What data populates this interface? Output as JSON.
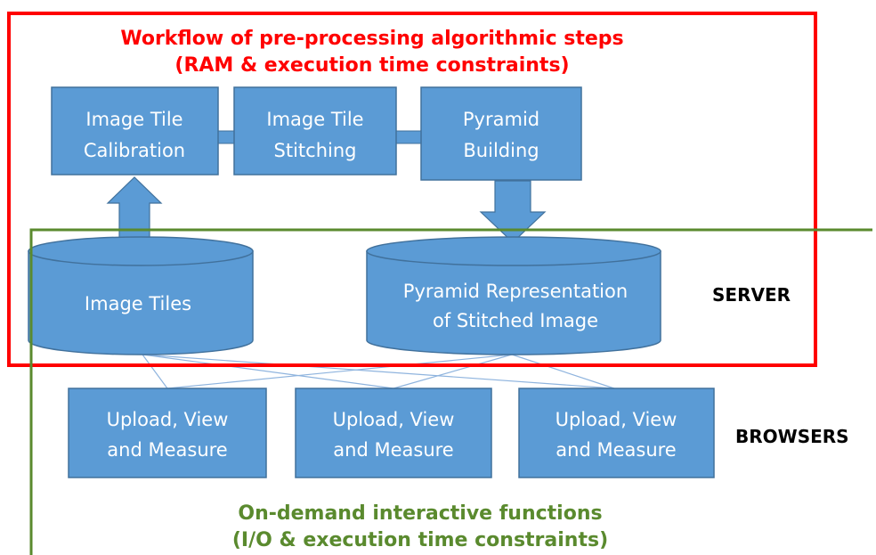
{
  "preprocessing": {
    "title_line1": "Workflow of pre-processing algorithmic steps",
    "title_line2": "(RAM & execution time constraints)"
  },
  "steps": [
    {
      "line1": "Image Tile",
      "line2": "Calibration"
    },
    {
      "line1": "Image Tile",
      "line2": "Stitching"
    },
    {
      "line1": "Pyramid",
      "line2": "Building"
    }
  ],
  "stores": {
    "tiles": {
      "line1": "Image Tiles"
    },
    "pyramid": {
      "line1": "Pyramid Representation",
      "line2": "of Stitched Image"
    }
  },
  "server_label": "SERVER",
  "browsers": [
    {
      "line1": "Upload, View",
      "line2": "and Measure"
    },
    {
      "line1": "Upload, View",
      "line2": "and Measure"
    },
    {
      "line1": "Upload, View",
      "line2": "and Measure"
    }
  ],
  "browsers_label": "BROWSERS",
  "ondemand": {
    "title_line1": "On-demand interactive functions",
    "title_line2": "(I/O & execution time constraints)"
  },
  "colors": {
    "box_fill": "#5b9bd5",
    "box_stroke": "#41719c",
    "server_frame": "#ff0000",
    "ondemand_frame": "#5a8a2e",
    "connector_line": "#8fb4de"
  }
}
